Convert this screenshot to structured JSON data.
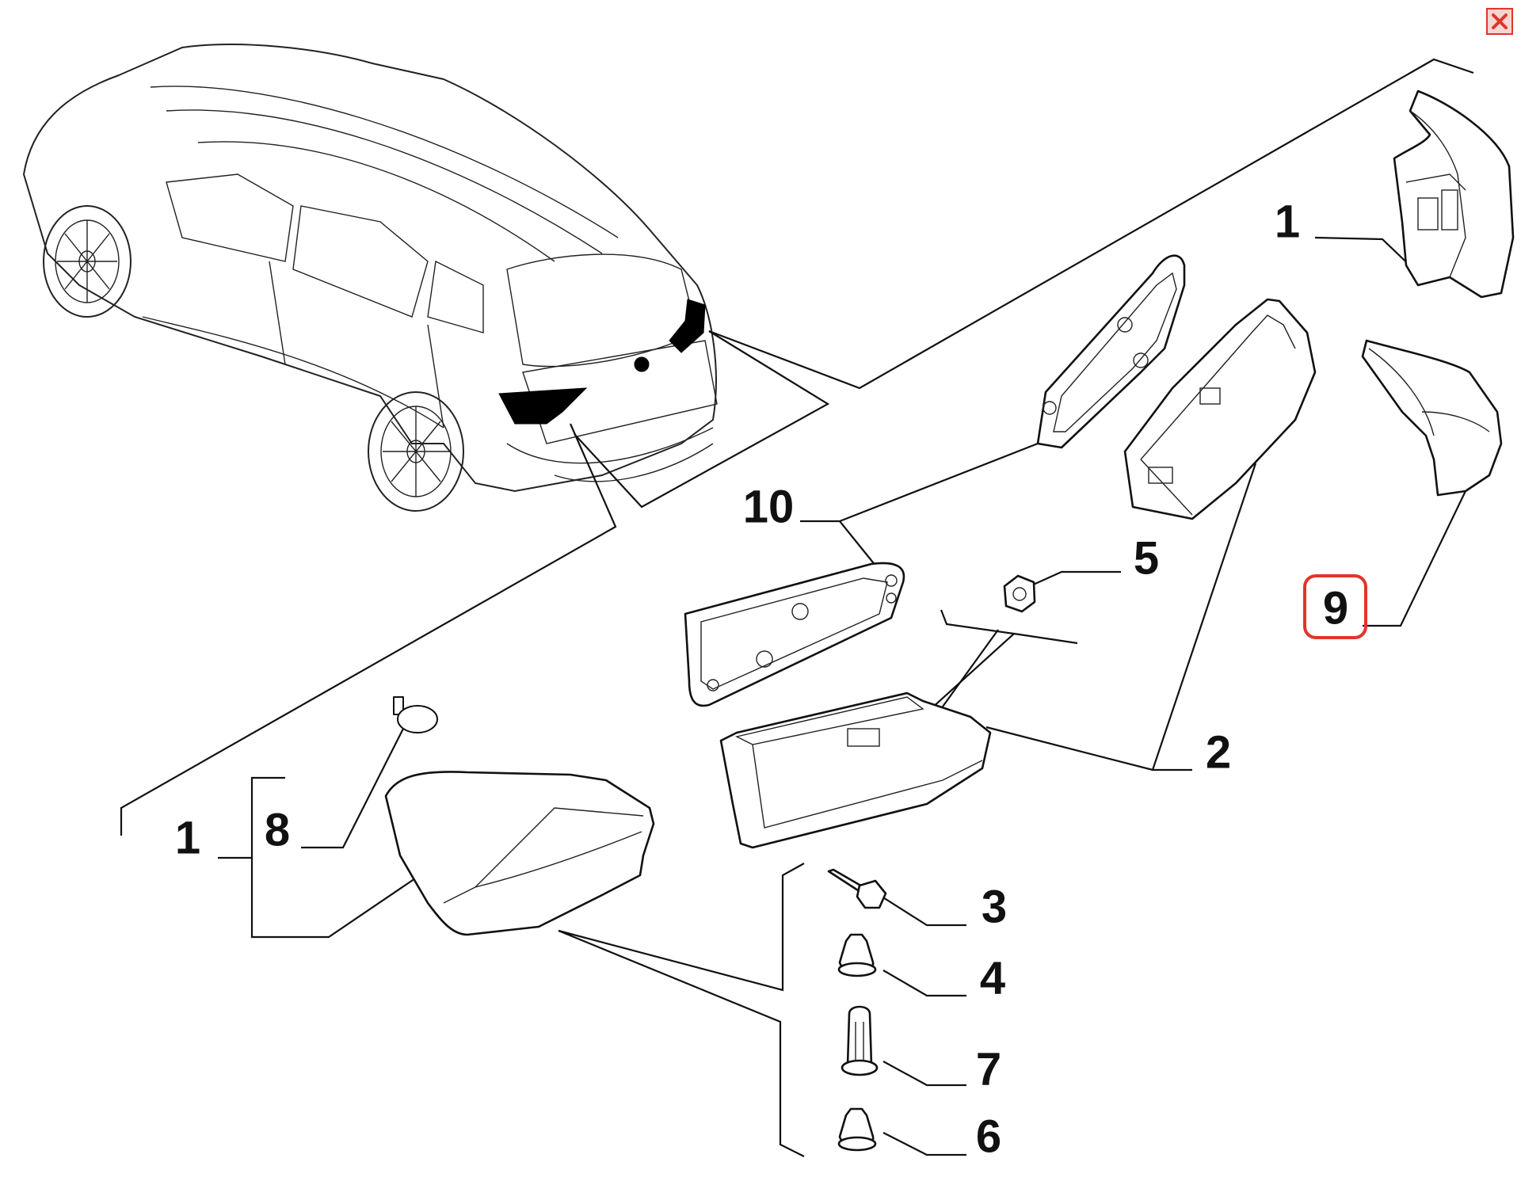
{
  "callouts": {
    "c1_top": "1",
    "c1_left": "1",
    "c2": "2",
    "c3": "3",
    "c4": "4",
    "c5": "5",
    "c6": "6",
    "c7": "7",
    "c8": "8",
    "c9": "9",
    "c10": "10"
  },
  "highlight": {
    "selected_callout": "9",
    "color": "#e0352b"
  },
  "close_button": {
    "icon": "close-icon",
    "color": "#e0352b"
  }
}
